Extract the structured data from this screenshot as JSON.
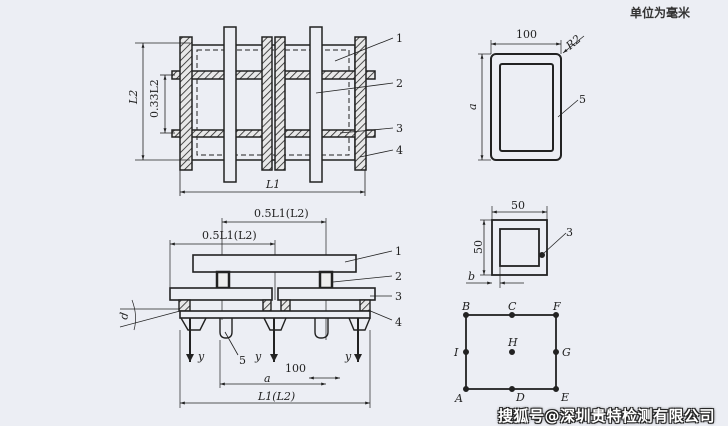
{
  "unit_note": "单位为毫米",
  "plan_view": {
    "dim_L2": "L2",
    "dim_033L2": "0.33L2",
    "dim_L1": "L1",
    "callouts": [
      "1",
      "2",
      "3",
      "4"
    ]
  },
  "side_view": {
    "dim_top": "0.5L1(L2)",
    "dim_second": "0.5L1(L2)",
    "dim_100": "100",
    "dim_a": "a",
    "dim_total": "L1(L2)",
    "angle": "d",
    "load_labels": [
      "y",
      "y",
      "y"
    ],
    "leg_callout": "5",
    "callouts": [
      "1",
      "2",
      "3",
      "4"
    ]
  },
  "pad_detail": {
    "width": "100",
    "radius": "R2",
    "height": "a",
    "callout": "5"
  },
  "section_detail": {
    "width": "50",
    "height": "50",
    "wall": "b",
    "callout": "3"
  },
  "measure_points": [
    "B",
    "C",
    "F",
    "I",
    "H",
    "G",
    "A",
    "D",
    "E"
  ],
  "watermark": "搜狐号@深圳贵特检测有限公司"
}
